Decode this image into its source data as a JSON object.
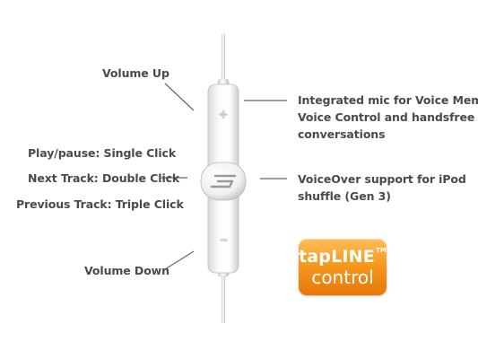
{
  "labels": {
    "volume_up": "Volume Up",
    "play_pause": "Play/pause: Single Click",
    "next_track": "Next Track: Double Click",
    "previous_track": "Previous Track: Triple Click",
    "volume_down": "Volume Down",
    "mic_line1": "Integrated mic for Voice Memos,",
    "mic_line2": "Voice Control and handsfree",
    "mic_line3": "conversations",
    "voiceover_line1": "VoiceOver support for iPod",
    "voiceover_line2": "shuffle (Gen 3)"
  },
  "badge": {
    "brand": "tapLINE",
    "tm": "TM",
    "subtitle": "control"
  },
  "colors": {
    "text": "#4a4a4a",
    "leader_line": "#666666",
    "badge_orange": "#f59a1d",
    "remote_body": "#f4f4f4"
  }
}
